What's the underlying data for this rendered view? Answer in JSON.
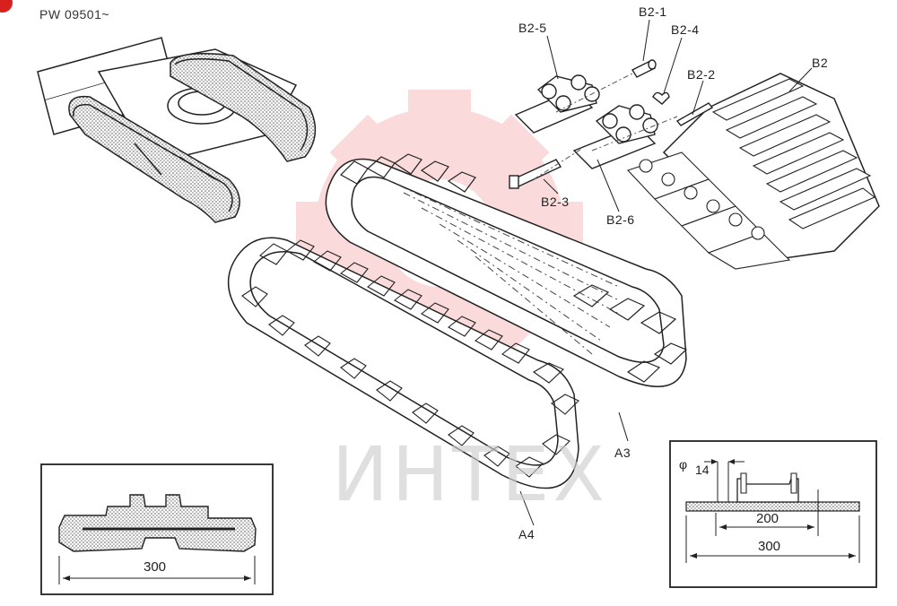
{
  "header": {
    "code": "PW 09501~"
  },
  "watermark": {
    "text": "ИНТЕХ",
    "color": "#e8383d"
  },
  "callouts": {
    "b2": "B2",
    "b2_1": "B2-1",
    "b2_2": "B2-2",
    "b2_3": "B2-3",
    "b2_4": "B2-4",
    "b2_5": "B2-5",
    "b2_6": "B2-6",
    "a3": "A3",
    "a4": "A4"
  },
  "rubber_track_section": {
    "width": "300"
  },
  "steel_track_section": {
    "pin_dia_symbol": "φ",
    "pin_dia": "14",
    "inner_width": "200",
    "outer_width": "300"
  }
}
